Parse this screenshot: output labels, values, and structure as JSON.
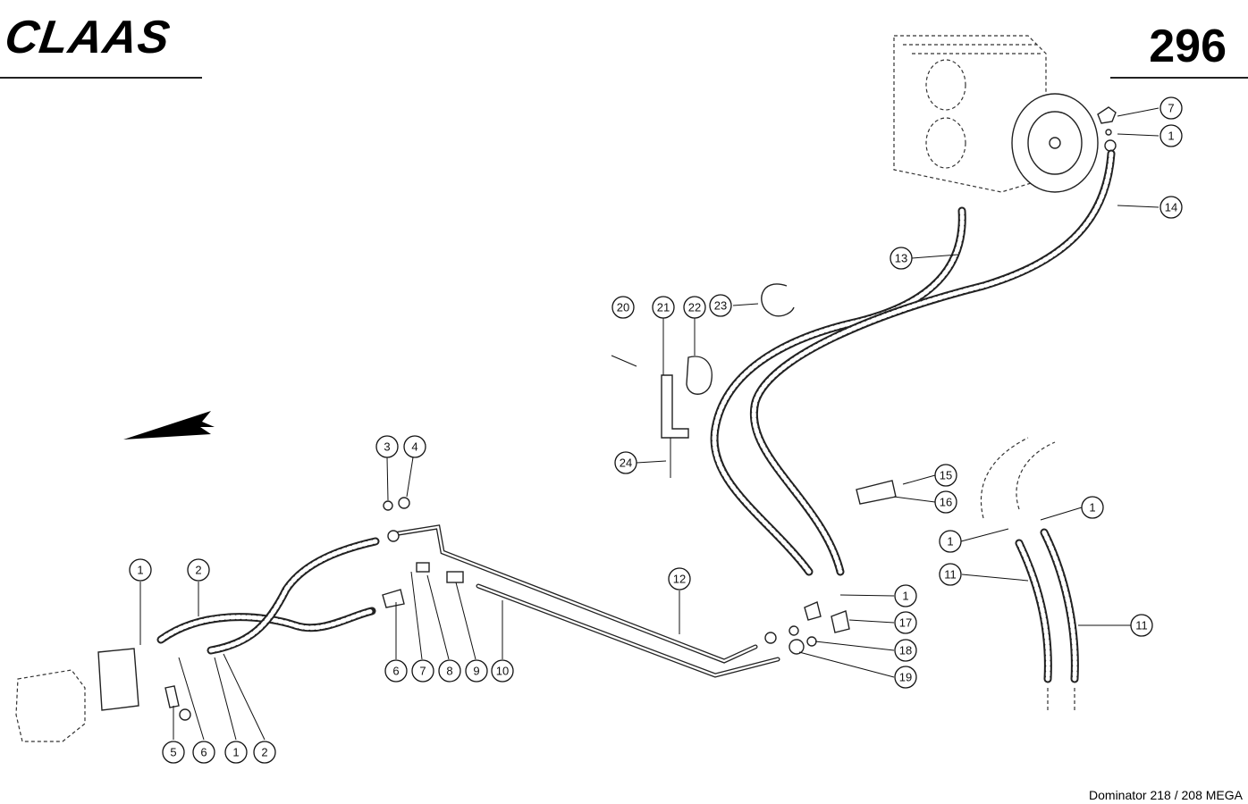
{
  "header": {
    "brand": "CLAAS",
    "page_number": "296"
  },
  "footer": {
    "model": "Dominator 218 / 208 MEGA"
  },
  "callouts": [
    {
      "id": "c7a",
      "label": "7"
    },
    {
      "id": "c1a",
      "label": "1"
    },
    {
      "id": "c14",
      "label": "14"
    },
    {
      "id": "c13",
      "label": "13"
    },
    {
      "id": "c23",
      "label": "23"
    },
    {
      "id": "c20",
      "label": "20"
    },
    {
      "id": "c21",
      "label": "21"
    },
    {
      "id": "c22",
      "label": "22"
    },
    {
      "id": "c24",
      "label": "24"
    },
    {
      "id": "c3",
      "label": "3"
    },
    {
      "id": "c4",
      "label": "4"
    },
    {
      "id": "c15",
      "label": "15"
    },
    {
      "id": "c16",
      "label": "16"
    },
    {
      "id": "c1b",
      "label": "1"
    },
    {
      "id": "c1c",
      "label": "1"
    },
    {
      "id": "c1d",
      "label": "1"
    },
    {
      "id": "c11a",
      "label": "11"
    },
    {
      "id": "c11b",
      "label": "11"
    },
    {
      "id": "c1e",
      "label": "1"
    },
    {
      "id": "c2a",
      "label": "2"
    },
    {
      "id": "c12",
      "label": "12"
    },
    {
      "id": "c17",
      "label": "17"
    },
    {
      "id": "c18",
      "label": "18"
    },
    {
      "id": "c19",
      "label": "19"
    },
    {
      "id": "c6a",
      "label": "6"
    },
    {
      "id": "c7b",
      "label": "7"
    },
    {
      "id": "c8",
      "label": "8"
    },
    {
      "id": "c9",
      "label": "9"
    },
    {
      "id": "c10",
      "label": "10"
    },
    {
      "id": "c5",
      "label": "5"
    },
    {
      "id": "c6b",
      "label": "6"
    },
    {
      "id": "c1f",
      "label": "1"
    },
    {
      "id": "c2b",
      "label": "2"
    }
  ]
}
